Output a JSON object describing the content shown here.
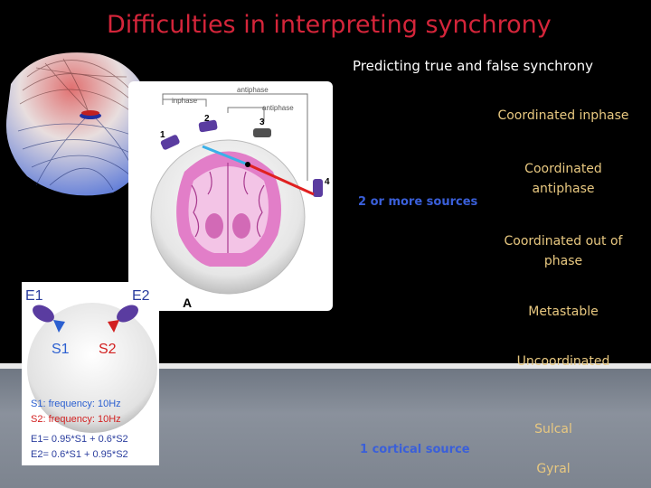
{
  "slide": {
    "title": "Difficulties in interpreting synchrony",
    "subtitle": "Predicting true and false synchrony"
  },
  "list": [
    {
      "label": "Coordinated inphase"
    },
    {
      "label": "Coordinated antiphase"
    },
    {
      "label": "Coordinated out of phase"
    },
    {
      "label": "Metastable"
    },
    {
      "label": "Uncoordinated"
    },
    {
      "label": "Sulcal"
    },
    {
      "label": "Gyral"
    }
  ],
  "sources": {
    "multiple": "2 or more sources",
    "single": "1 cortical source"
  },
  "figure_a": {
    "inphase": "inphase",
    "antiphase_top": "antiphase",
    "antiphase_mid": "antiphase",
    "sensor_1": "1",
    "sensor_2": "2",
    "sensor_3": "3",
    "sensor_4": "4",
    "panel_letter": "A"
  },
  "figure_b": {
    "e1": "E1",
    "e2": "E2",
    "s1": "S1",
    "s2": "S2",
    "s1_freq": "S1: frequency: 10Hz",
    "s2_freq": "S2: frequency: 10Hz",
    "e1_eq": "E1= 0.95*S1 + 0.6*S2",
    "e2_eq": "E2= 0.6*S1 + 0.95*S2"
  },
  "colors": {
    "title": "#d4253a",
    "list_text": "#e8c880",
    "source_text": "#3a5fd9",
    "s1_color": "#2b5fd0",
    "s2_color": "#d22020"
  }
}
